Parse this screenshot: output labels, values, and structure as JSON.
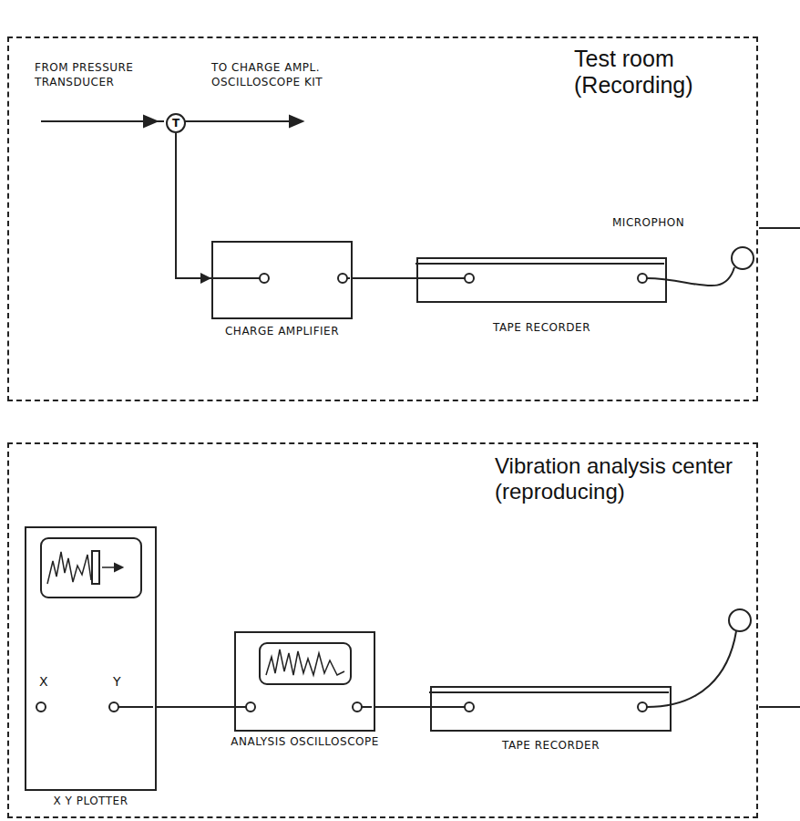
{
  "diagram": {
    "nodes": [
      {
        "text": [
          "Test room (Recording)"
        ]
      },
      {
        "text": [
          "T"
        ],
        "in": 0
      },
      {
        "text": [
          "CHARGE AMPLIFIER"
        ],
        "in": 0
      },
      {
        "text": [
          "TAPE RECORDER"
        ],
        "in": 0
      },
      {
        "text": [
          "Vibration analysis center (reproducing)"
        ]
      },
      {
        "text": [
          "X",
          "Y",
          "X Y PLOTTER"
        ],
        "in": 4
      },
      {
        "text": [
          "ANALYSIS OSCILLOSCOPE"
        ],
        "in": 4
      },
      {
        "text": [
          "TAPE RECORDER"
        ],
        "in": 4
      }
    ],
    "edges": [
      {
        "from": 1,
        "to": 2,
        "arrow": "to"
      },
      {
        "from": 2,
        "to": 3,
        "arrow": "none"
      },
      {
        "from": 6,
        "to": 5,
        "arrow": "none"
      },
      {
        "from": 7,
        "to": 6,
        "arrow": "none"
      }
    ],
    "labels": [
      "FROM PRESSURE TRANSDUCER",
      "TO CHARGE AMPL. OSCILLOSCOPE KIT",
      "MICROPHON"
    ]
  }
}
